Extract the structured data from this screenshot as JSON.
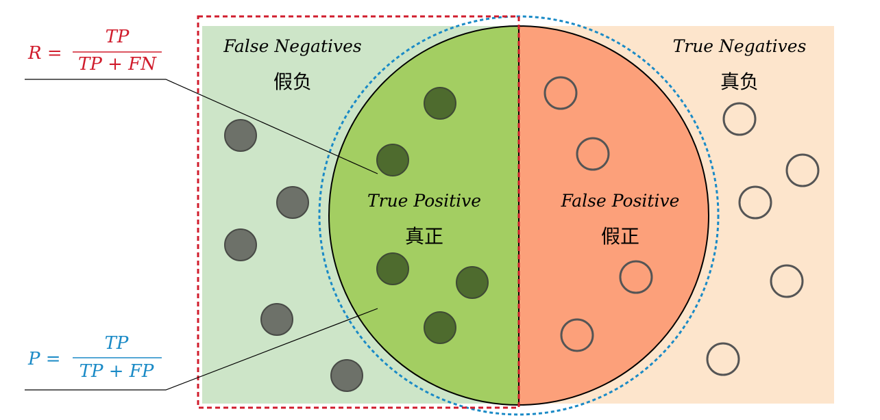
{
  "regions": {
    "false_negatives": {
      "label": "False Negatives",
      "zh": "假负"
    },
    "true_negatives": {
      "label": "True Negatives",
      "zh": "真负"
    },
    "true_positive": {
      "label": "True Positive",
      "zh": "真正"
    },
    "false_positive": {
      "label": "False Positive",
      "zh": "假正"
    }
  },
  "formulas": {
    "recall": {
      "lhs": "R =",
      "numerator": "TP",
      "denominator": "TP + FN",
      "color": "#d01c2c"
    },
    "precision": {
      "lhs": "P =",
      "numerator": "TP",
      "denominator": "TP + FP",
      "color": "#1a8ac6"
    }
  },
  "colors": {
    "negative_bg_left": "#cde5c8",
    "negative_bg_right": "#fde5cc",
    "true_positive_fill": "#a3ce62",
    "false_positive_fill": "#fca07a",
    "positive_dot": "#4e6b2e",
    "negative_dot": "#6d7169",
    "recall_border": "#d01c2c",
    "precision_border": "#1a8ac6"
  }
}
